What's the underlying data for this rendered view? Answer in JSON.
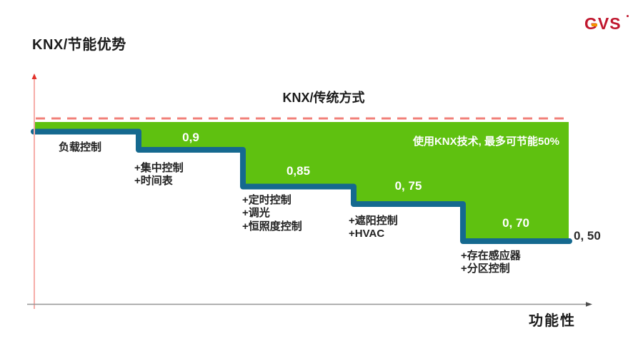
{
  "header": {
    "title": "KNX/节能优势",
    "logo_text": "GVS"
  },
  "chart_data": {
    "type": "area",
    "subtype": "stepped-area",
    "title": "KNX/传统方式",
    "xlabel": "功能性",
    "ylabel": "",
    "annotation": "使用KNX技术, 最多可节能50%",
    "baseline_value": 1.0,
    "baseline_style": "dashed",
    "final_value": 0.5,
    "final_value_label": "0, 50",
    "legend": [],
    "grid": false,
    "steps": [
      {
        "value": 1.0,
        "value_label": "",
        "annotation_lines": [
          "负载控制"
        ]
      },
      {
        "value": 0.9,
        "value_label": "0,9",
        "annotation_lines": [
          "+集中控制",
          "+时间表"
        ]
      },
      {
        "value": 0.85,
        "value_label": "0,85",
        "annotation_lines": [
          "+定时控制",
          "+调光",
          "+恒照度控制"
        ]
      },
      {
        "value": 0.75,
        "value_label": "0, 75",
        "annotation_lines": [
          "+遮阳控制",
          "+HVAC"
        ]
      },
      {
        "value": 0.7,
        "value_label": "0, 70",
        "annotation_lines": [
          "+存在感应器",
          "+分区控制"
        ]
      }
    ],
    "colors": {
      "area_green": "#5fc110",
      "step_line_blue": "#15698f",
      "dashed_baseline": "#f18079",
      "y_axis": "#f6ada9",
      "y_axis_arrow": "#e2312a",
      "x_axis": "#969696",
      "x_axis_arrow": "#4d4d4d",
      "value_text": "#ffffff",
      "label_text": "#222222",
      "logo_red": "#c0172e",
      "logo_orange": "#f39200"
    }
  }
}
